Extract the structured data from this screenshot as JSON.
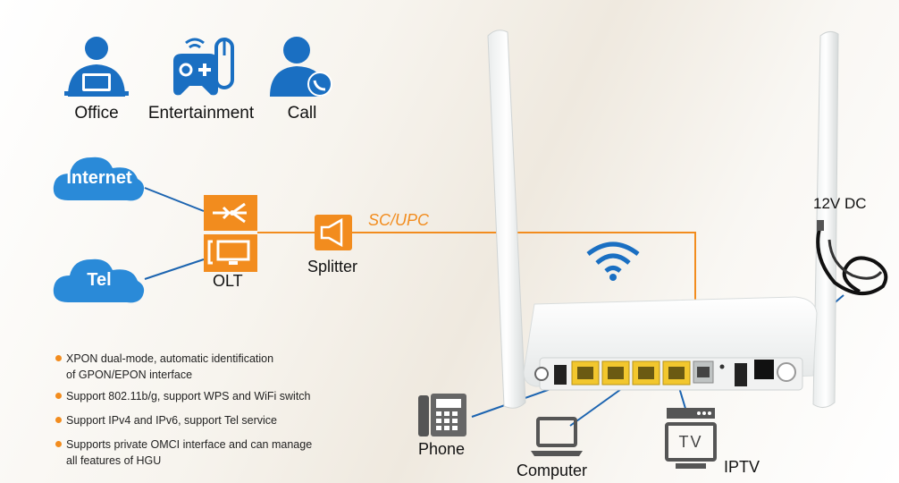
{
  "top_icons": [
    {
      "label": "Office",
      "icon": "office-user-icon"
    },
    {
      "label": "Entertainment",
      "icon": "gamepad-mouse-icon"
    },
    {
      "label": "Call",
      "icon": "user-call-icon"
    }
  ],
  "clouds": {
    "internet": "Internet",
    "tel": "Tel"
  },
  "olt": {
    "label": "OLT"
  },
  "splitter": {
    "label": "Splitter",
    "connector": "SC/UPC"
  },
  "power": {
    "label": "12V DC"
  },
  "features": [
    "XPON dual-mode, automatic identification",
    "of GPON/EPON interface",
    "Support 802.11b/g, support WPS and WiFi switch",
    "Support IPv4 and IPv6, support Tel service",
    "Supports private OMCI interface and can manage",
    "all features of HGU"
  ],
  "devices": {
    "phone": "Phone",
    "computer": "Computer",
    "iptv": "IPTV",
    "tv_text": "TV"
  },
  "colors": {
    "accent_orange": "#f28c1e",
    "blue": "#1a6fc2",
    "cloud_blue": "#2a8ad8",
    "line_blue": "#1c64b0"
  }
}
